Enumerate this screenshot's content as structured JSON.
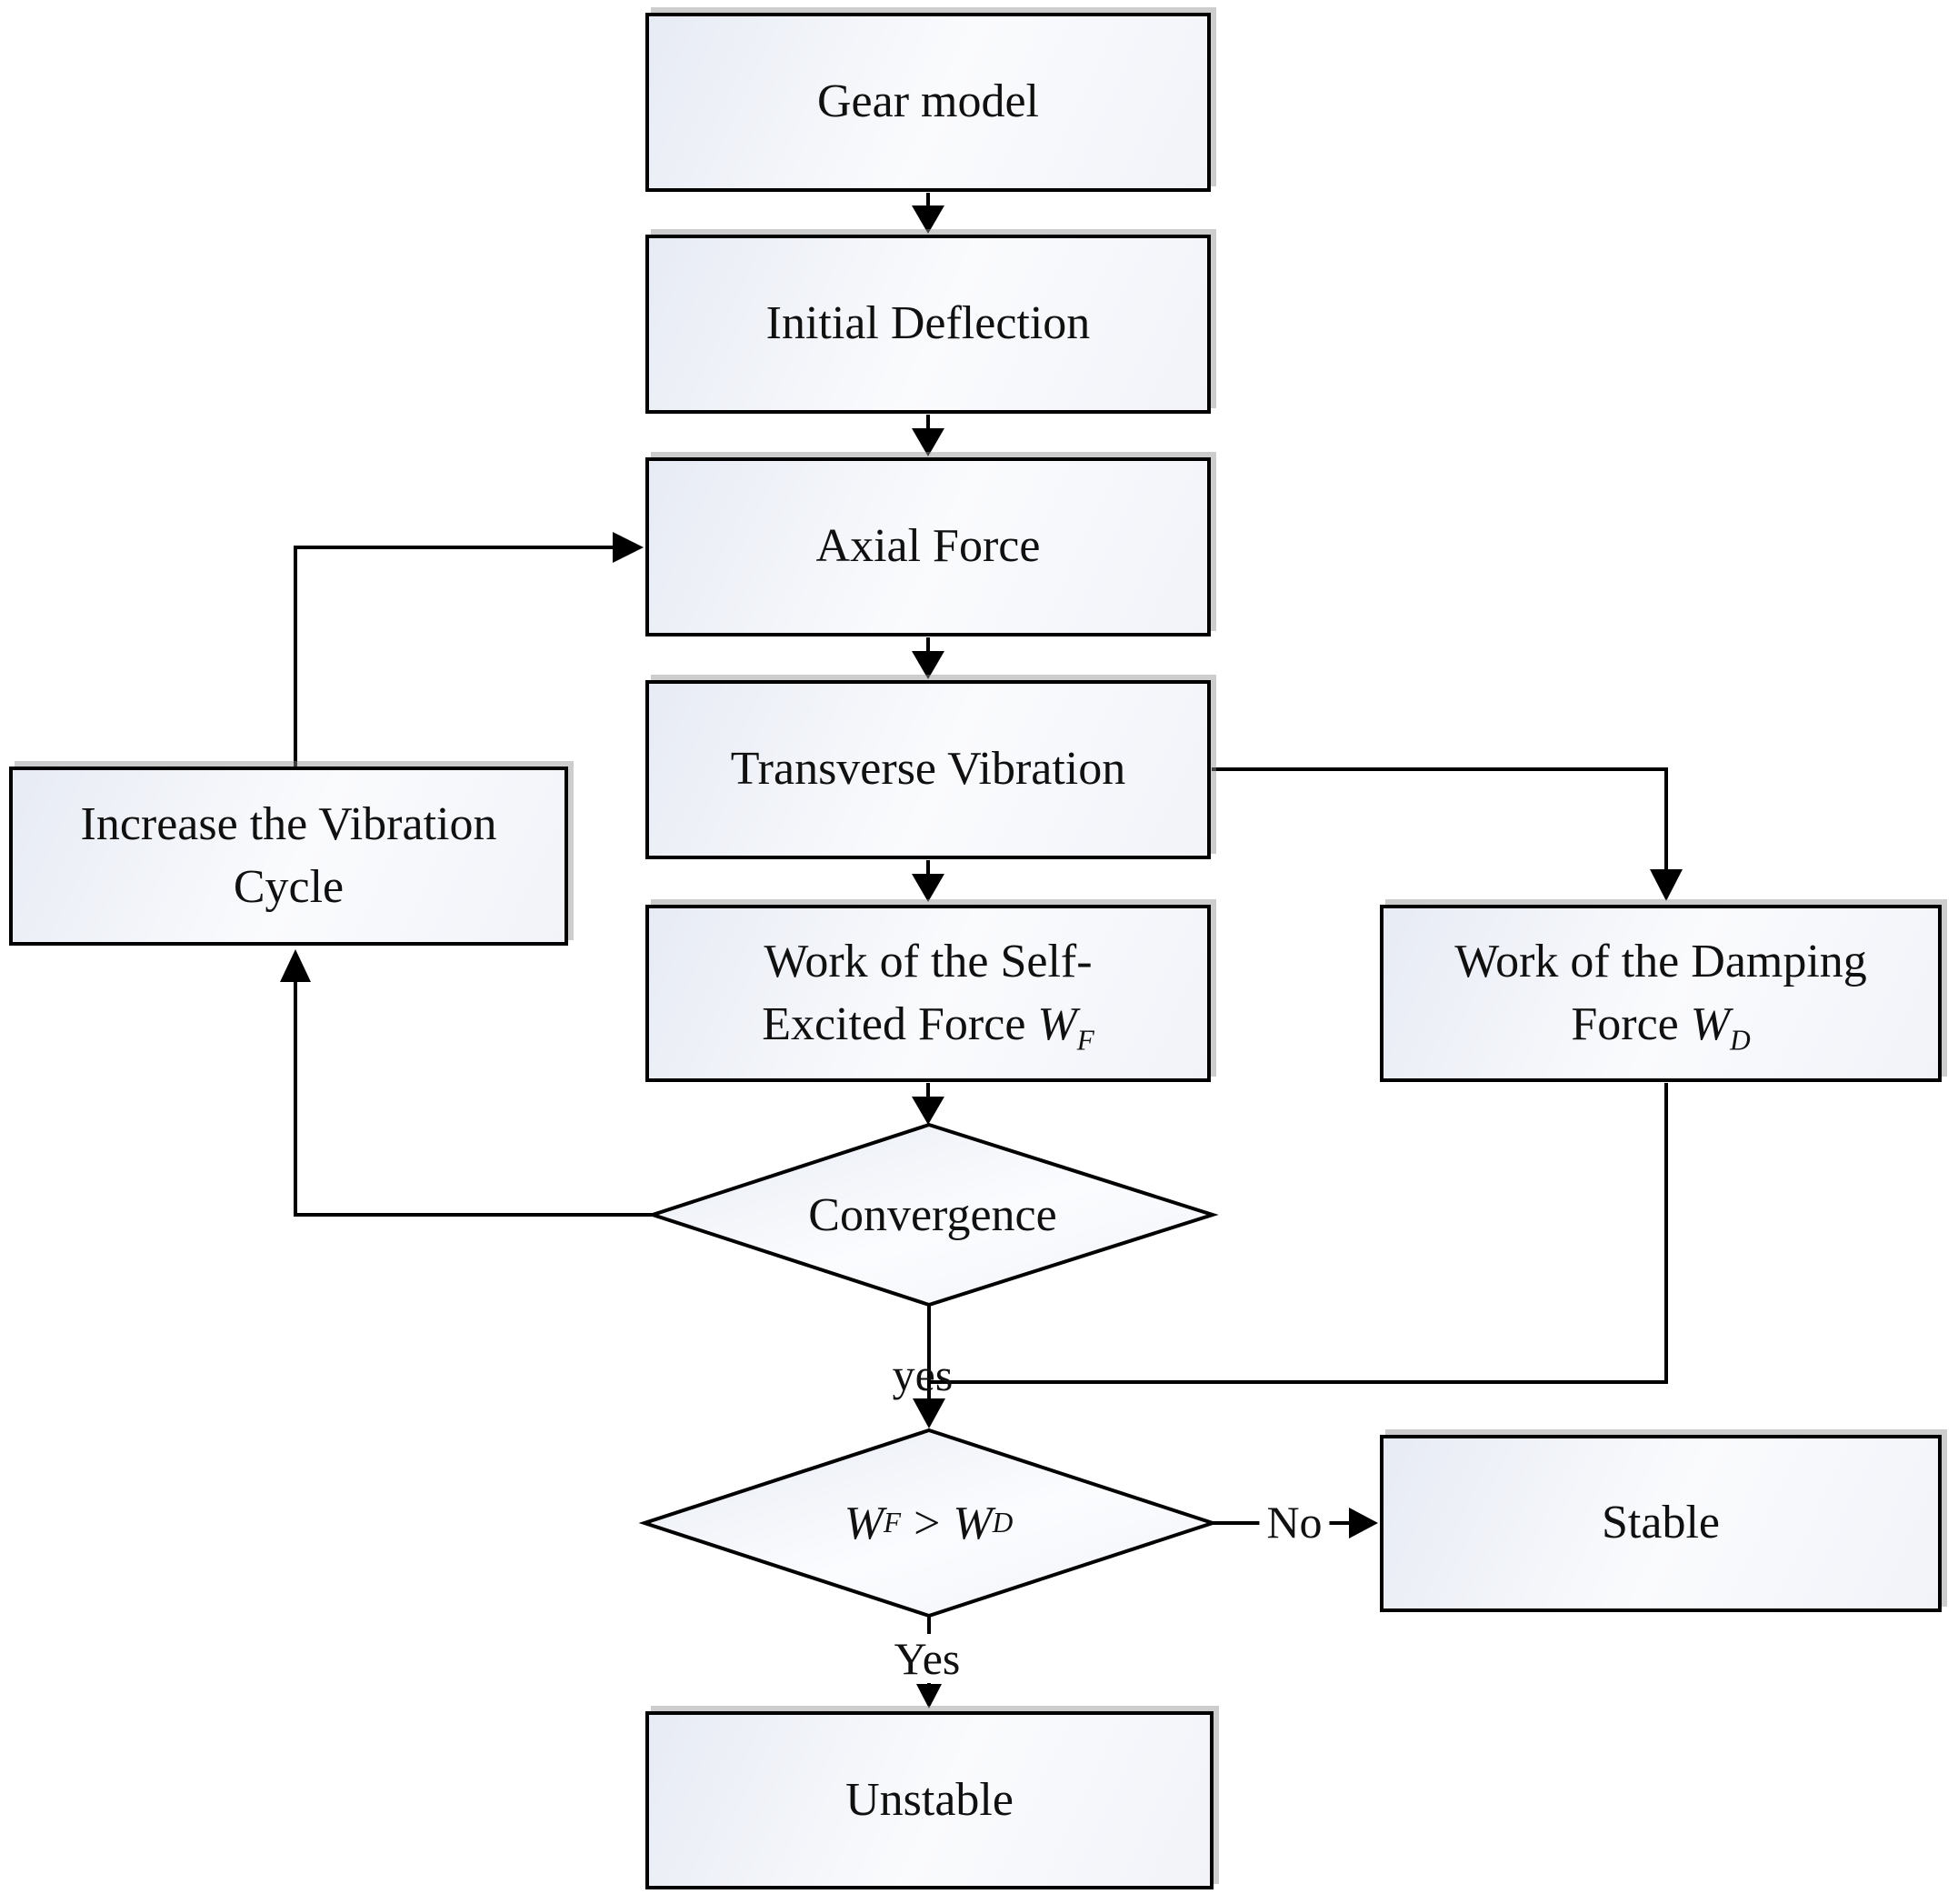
{
  "diagram": {
    "type": "flowchart",
    "title": "Gear self-excited vibration stability flowchart",
    "nodes": {
      "gear_model": {
        "label": "Gear model"
      },
      "initial_deflection": {
        "label": "Initial Deflection"
      },
      "axial_force": {
        "label": "Axial Force"
      },
      "transverse_vibration": {
        "label": "Transverse Vibration"
      },
      "work_self_excited": {
        "line1": "Work of the Self-",
        "line2_prefix": "Excited Force ",
        "symbol": "W",
        "subscript": "F"
      },
      "work_damping": {
        "line1": "Work of the Damping",
        "line2_prefix": "Force ",
        "symbol": "W",
        "subscript": "D"
      },
      "increase_cycle": {
        "label": "Increase the Vibration Cycle"
      },
      "convergence": {
        "label": "Convergence"
      },
      "comparison": {
        "w1": "W",
        "sub1": "F",
        "operator": ">",
        "w2": "W",
        "sub2": "D"
      },
      "stable": {
        "label": "Stable"
      },
      "unstable": {
        "label": "Unstable"
      }
    },
    "edge_labels": {
      "convergence_yes": "yes",
      "comparison_yes": "Yes",
      "comparison_no": "No"
    },
    "edges": [
      {
        "from": "gear-model",
        "to": "initial-deflection"
      },
      {
        "from": "initial-deflection",
        "to": "axial-force"
      },
      {
        "from": "axial-force",
        "to": "transverse-vibration"
      },
      {
        "from": "transverse-vibration",
        "to": "work-of-self-excited-force"
      },
      {
        "from": "transverse-vibration",
        "to": "work-of-damping-force"
      },
      {
        "from": "work-of-self-excited-force",
        "to": "convergence"
      },
      {
        "from": "convergence",
        "to": "increase-vibration-cycle"
      },
      {
        "from": "increase-vibration-cycle",
        "to": "axial-force"
      },
      {
        "from": "convergence",
        "to": "wf-greater-wd",
        "label": "yes"
      },
      {
        "from": "work-of-damping-force",
        "to": "wf-greater-wd"
      },
      {
        "from": "wf-greater-wd",
        "to": "stable",
        "label": "No"
      },
      {
        "from": "wf-greater-wd",
        "to": "unstable",
        "label": "Yes"
      }
    ],
    "colors": {
      "node_border": "#000000",
      "node_fill_start": "#e7ebf4",
      "node_fill_end": "#f1f3f9",
      "connector": "#000000",
      "shadow": "#919191",
      "text": "#101010",
      "background": "#ffffff"
    }
  }
}
